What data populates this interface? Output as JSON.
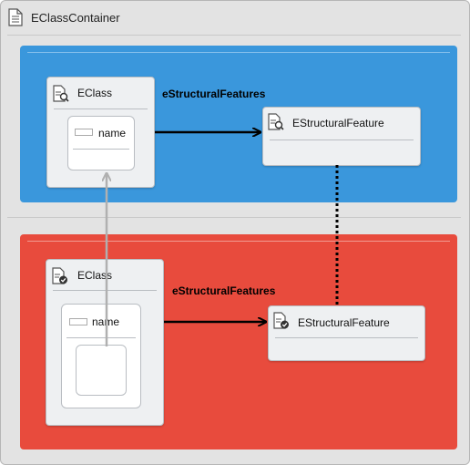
{
  "container": {
    "title": "EClassContainer",
    "icon": "document-icon"
  },
  "top_band": {
    "color": "#3a97dc",
    "eclass": {
      "title": "EClass",
      "icon": "class-search-icon",
      "attribute": "name"
    },
    "feature": {
      "title": "EStructuralFeature",
      "icon": "class-search-icon"
    },
    "edge_label": "eStructuralFeatures"
  },
  "bottom_band": {
    "color": "#e84b3d",
    "eclass": {
      "title": "EClass",
      "icon": "class-check-icon",
      "attribute": "name"
    },
    "feature": {
      "title": "EStructuralFeature",
      "icon": "class-check-icon"
    },
    "edge_label": "eStructuralFeatures"
  }
}
